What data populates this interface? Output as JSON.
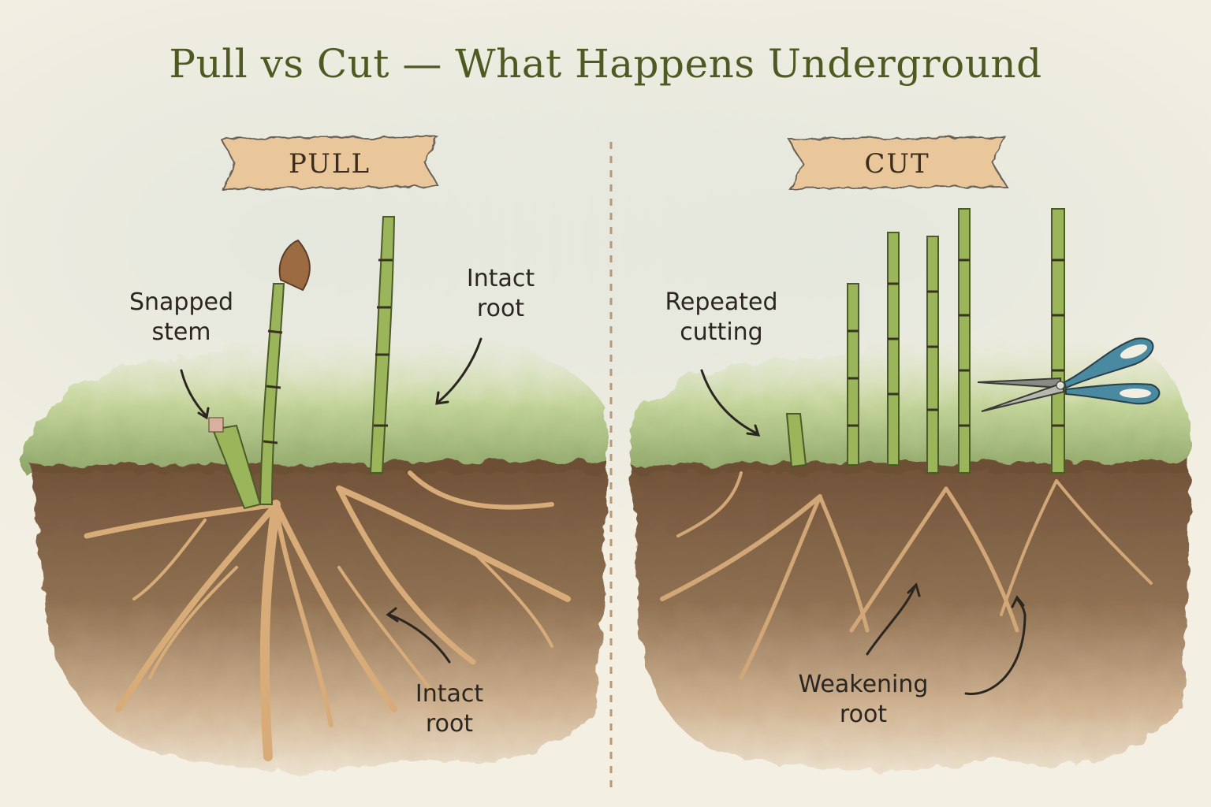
{
  "title": "Pull vs Cut — What Happens Underground",
  "panels": {
    "left": {
      "banner": "PULL",
      "labels": {
        "snapped_stem": {
          "line1": "Snapped",
          "line2": "stem"
        },
        "intact_root_top": {
          "line1": "Intact",
          "line2": "root"
        },
        "intact_root_bottom": {
          "line1": "Intact",
          "line2": "root"
        }
      }
    },
    "right": {
      "banner": "CUT",
      "labels": {
        "repeated_cutting": {
          "line1": "Repeated",
          "line2": "cutting"
        },
        "weakening_root": {
          "line1": "Weakening",
          "line2": "root"
        }
      },
      "tool_icon": "scissors-icon"
    }
  },
  "colors": {
    "title": "#4e5a22",
    "banner_fill": "#e9c79a",
    "banner_text": "#3a2c1e",
    "stem_green": "#9bb55a",
    "grass_green": "#a9c27a",
    "soil_dark": "#6e5034",
    "soil_light": "#c9a57c",
    "root": "#d9ad7a",
    "scissors_handle": "#4a8aa0",
    "divider": "#b59a7a"
  }
}
